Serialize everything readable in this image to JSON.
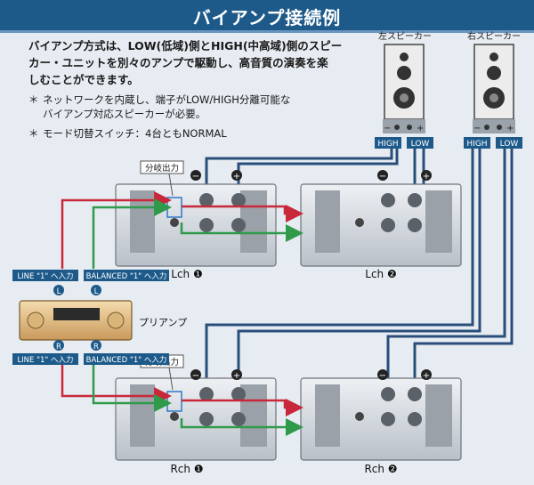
{
  "header": {
    "title": "バイアンプ接続例"
  },
  "intro": {
    "line1": "バイアンプ方式は、LOW(低域)側とHIGH(中高域)側のスピー",
    "line2": "カー・ユニットを別々のアンプで駆動し、高音質の演奏を楽",
    "line3": "しむことができます。"
  },
  "notes": {
    "bullet": "＊",
    "note1_line1": "ネットワークを内蔵し、端子がLOW/HIGH分離可能な",
    "note1_line2": "バイアンプ対応スピーカーが必要。",
    "note2": "モード切替スイッチ：4台ともNORMAL"
  },
  "speakers": {
    "left": {
      "label": "左スピーカー",
      "high": "HIGH",
      "low": "LOW"
    },
    "right": {
      "label": "右スピーカー",
      "high": "HIGH",
      "low": "LOW"
    }
  },
  "terminal_symbols": {
    "minus": "−",
    "plus": "+"
  },
  "amps": {
    "lch1": "Lch ❶",
    "lch2": "Lch ❷",
    "rch1": "Rch ❶",
    "rch2": "Rch ❷",
    "branch_out_label": "分岐出力"
  },
  "preamp": {
    "label": "プリアンプ",
    "line_L": "LINE \"1\" へ入力",
    "balanced_L": "BALANCED \"1\" へ入力",
    "line_R": "LINE \"1\" へ入力",
    "balanced_R": "BALANCED \"1\" へ入力",
    "badge_L": "L",
    "badge_R": "R"
  },
  "colors": {
    "header_bg": "#1d5a8a",
    "red_cable": "#c8283a",
    "green_cable": "#2f9a4a",
    "speaker_wire": "#2a4e7a",
    "accent_badge": "#1d5a8a"
  }
}
